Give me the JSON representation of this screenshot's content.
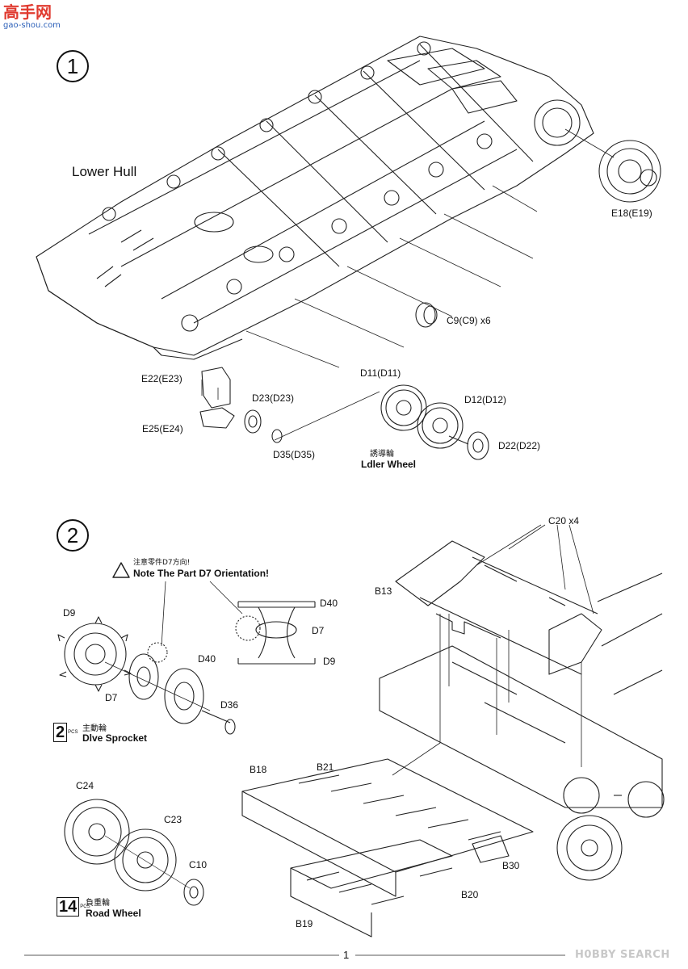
{
  "watermark": {
    "cn": "高手网",
    "url": "gao-shou.com"
  },
  "step1": {
    "number": "1",
    "section_title": "Lower Hull",
    "parts": {
      "e18": "E18(E19)",
      "c9": "C9(C9) x6",
      "e22": "E22(E23)",
      "e25": "E25(E24)",
      "d23": "D23(D23)",
      "d35": "D35(D35)",
      "d11": "D11(D11)",
      "d12": "D12(D12)",
      "d22": "D22(D22)"
    },
    "idler_cn": "誘導輪",
    "idler_en": "Ldler Wheel"
  },
  "step2": {
    "number": "2",
    "note_cn": "注意零件D7方向!",
    "note_en": "Note The Part D7 Orientation!",
    "parts": {
      "d40": "D40",
      "d7": "D7",
      "d9": "D9",
      "d36": "D36",
      "c20": "C20 x4",
      "b13": "B13",
      "b18": "B18",
      "b21": "B21",
      "b30": "B30",
      "b20": "B20",
      "b19": "B19",
      "c24": "C24",
      "c23": "C23",
      "c10": "C10"
    },
    "sprocket_qty": "2",
    "sprocket_cn": "主動輪",
    "sprocket_en": "Dlve Sprocket",
    "roadwheel_qty": "14",
    "roadwheel_cn": "負重輪",
    "roadwheel_en": "Road Wheel",
    "pcs": "PCS"
  },
  "footer": {
    "page": "1",
    "brand": "H0BBY SEARCH"
  }
}
